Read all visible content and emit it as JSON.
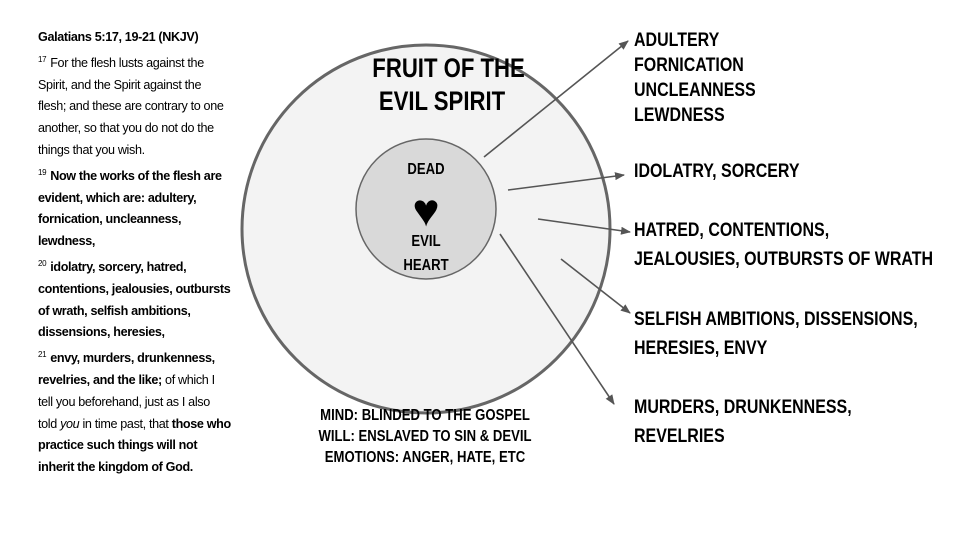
{
  "verse": {
    "heading": "Galatians 5:17, 19-21 (NKJV)",
    "v17_num": "17",
    "v17_lines": [
      "For the flesh lusts against the",
      "Spirit, and the Spirit against the",
      "flesh; and these are contrary to one",
      "another, so that you do not do the",
      "things that you wish."
    ],
    "v19_num": "19",
    "v19_lines": [
      "Now the works of the flesh are",
      "evident, which are: adultery,",
      "fornication, uncleanness,",
      "lewdness,"
    ],
    "v20_num": "20",
    "v20_lines": [
      "idolatry, sorcery, hatred,",
      "contentions, jealousies, outbursts",
      "of wrath, selfish ambitions,",
      "dissensions, heresies,"
    ],
    "v21_num": "21",
    "v21_line1": "envy, murders, drunkenness,",
    "v21_line2_bold": "revelries, and the like;",
    "v21_line2_rest": " of which I",
    "v21_line3": "tell you beforehand, just as I also",
    "v21_line4_a": "told ",
    "v21_line4_italic": "you",
    "v21_line4_b": " in time past, that ",
    "v21_line4_bold": "those who",
    "v21_line5": "practice such things will not",
    "v21_line6": "inherit the kingdom of God."
  },
  "diagram": {
    "title_line1": "FRUIT OF THE",
    "title_line2": "EVIL SPIRIT",
    "inner_top": "DEAD",
    "inner_bottom_1": "EVIL",
    "inner_bottom_2": "HEART",
    "heart_icon": "♥",
    "mind": "MIND: BLINDED TO THE GOSPEL",
    "will": "WILL: ENSLAVED TO SIN & DEVIL",
    "emotions": "EMOTIONS: ANGER, HATE, ETC",
    "outer_fill": "#f3f3f3",
    "inner_fill": "#d9d9d9",
    "stroke": "#666666"
  },
  "fruits": {
    "group1": [
      "ADULTERY",
      "FORNICATION",
      "UNCLEANNESS",
      "LEWDNESS"
    ],
    "group2": [
      "IDOLATRY, SORCERY"
    ],
    "group3": [
      "HATRED, CONTENTIONS,",
      "JEALOUSIES, OUTBURSTS OF WRATH"
    ],
    "group4": [
      "SELFISH AMBITIONS, DISSENSIONS,",
      "HERESIES, ENVY"
    ],
    "group5": [
      "MURDERS, DRUNKENNESS,",
      "REVELRIES"
    ]
  }
}
